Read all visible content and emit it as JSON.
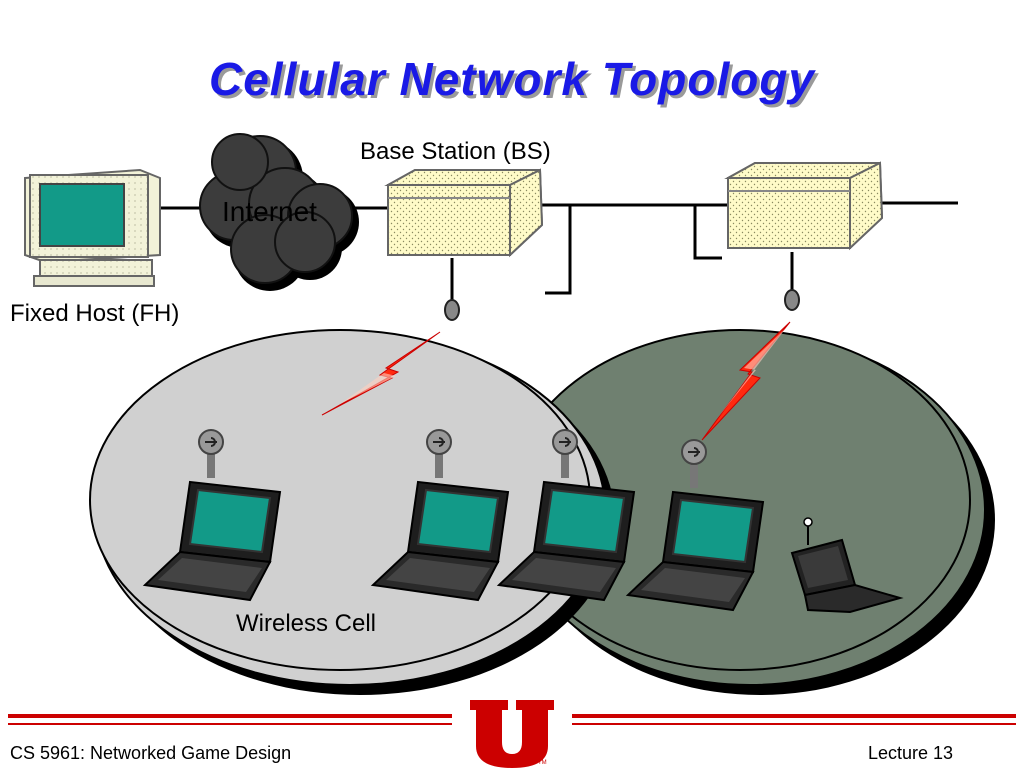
{
  "slide": {
    "title": "Cellular Network Topology",
    "labels": {
      "base_station": "Base Station (BS)",
      "internet": "Internet",
      "fixed_host": "Fixed Host (FH)",
      "wireless_cell": "Wireless Cell"
    },
    "footer": {
      "left": "CS 5961: Networked Game Design",
      "right": "Lecture 13"
    }
  },
  "colors": {
    "title": "#1a1ae6",
    "cell_left": "#d0d0d0",
    "cell_right": "#6f8070",
    "base_station": "#fffbc8",
    "lightning": "#ff2a10",
    "screen": "#1a9a8a",
    "footer_rule": "#cc0000",
    "logo": "#cc0000"
  },
  "icons": [
    "computer-icon",
    "internet-cloud-icon",
    "base-station-icon",
    "antenna-icon",
    "lightning-icon",
    "laptop-icon",
    "university-logo"
  ]
}
